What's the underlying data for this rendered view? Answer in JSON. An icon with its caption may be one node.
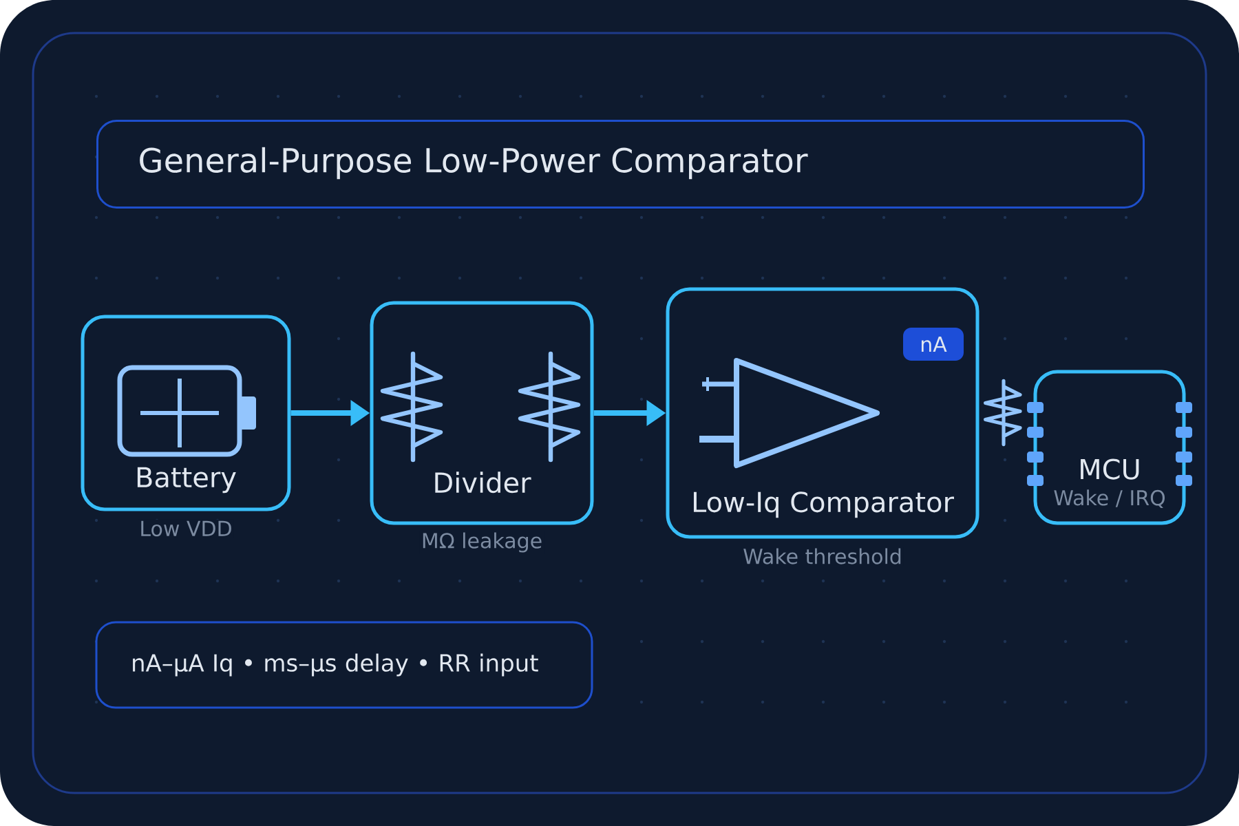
{
  "diagram": {
    "title": "General-Purpose Low-Power Comparator",
    "nodes": [
      {
        "text": [
          "Battery"
        ],
        "beside": [
          "Low VDD"
        ]
      },
      {
        "text": [
          "Divider"
        ],
        "beside": [
          "MΩ leakage"
        ]
      },
      {
        "text": [
          "Low-Iq Comparator"
        ],
        "beside": [
          "Wake threshold"
        ]
      },
      {
        "text": [
          "nA"
        ],
        "in": 2
      },
      {
        "text": [
          "MCU",
          "Wake / IRQ"
        ]
      },
      {
        "text": [
          "nA–μA Iq • ms–μs delay • RR input"
        ]
      }
    ],
    "edges": [
      {
        "from": 0,
        "to": 1,
        "arrow": "to"
      },
      {
        "from": 1,
        "to": 2,
        "arrow": "to"
      }
    ]
  }
}
